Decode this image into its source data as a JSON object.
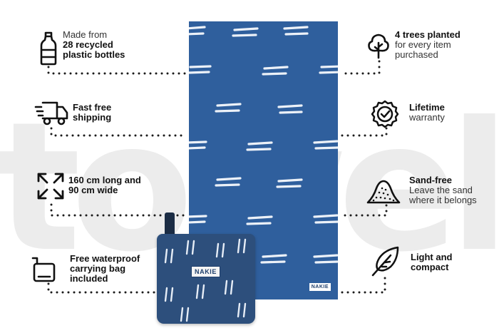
{
  "background_word": "towel",
  "colors": {
    "towel": "#2f5f9d",
    "bag": "#2d4f7c",
    "text": "#111111",
    "background_word": "#ececec"
  },
  "product": {
    "towel_brand": "NAKIE",
    "bag_brand": "NAKIE"
  },
  "features": {
    "recycled": {
      "icon": "plastic-bottle-icon",
      "line1": "Made from",
      "line2": "28 recycled",
      "line3": "plastic bottles"
    },
    "shipping": {
      "icon": "delivery-truck-icon",
      "line1": "Fast free",
      "line2": "shipping"
    },
    "size": {
      "icon": "expand-arrows-icon",
      "line1": "160 cm long and",
      "line2": "90 cm wide"
    },
    "bag": {
      "icon": "waterproof-bag-icon",
      "line1": "Free waterproof",
      "line2": "carrying bag",
      "line3": "included"
    },
    "trees": {
      "icon": "tree-icon",
      "line1": "4 trees planted",
      "line2": "for every item",
      "line3": "purchased"
    },
    "warranty": {
      "icon": "warranty-badge-icon",
      "line1": "Lifetime",
      "line2": "warranty"
    },
    "sand": {
      "icon": "sand-pile-icon",
      "line1": "Sand-free",
      "line2": "Leave the sand",
      "line3": "where it belongs"
    },
    "light": {
      "icon": "feather-icon",
      "line1": "Light and",
      "line2": "compact"
    }
  }
}
